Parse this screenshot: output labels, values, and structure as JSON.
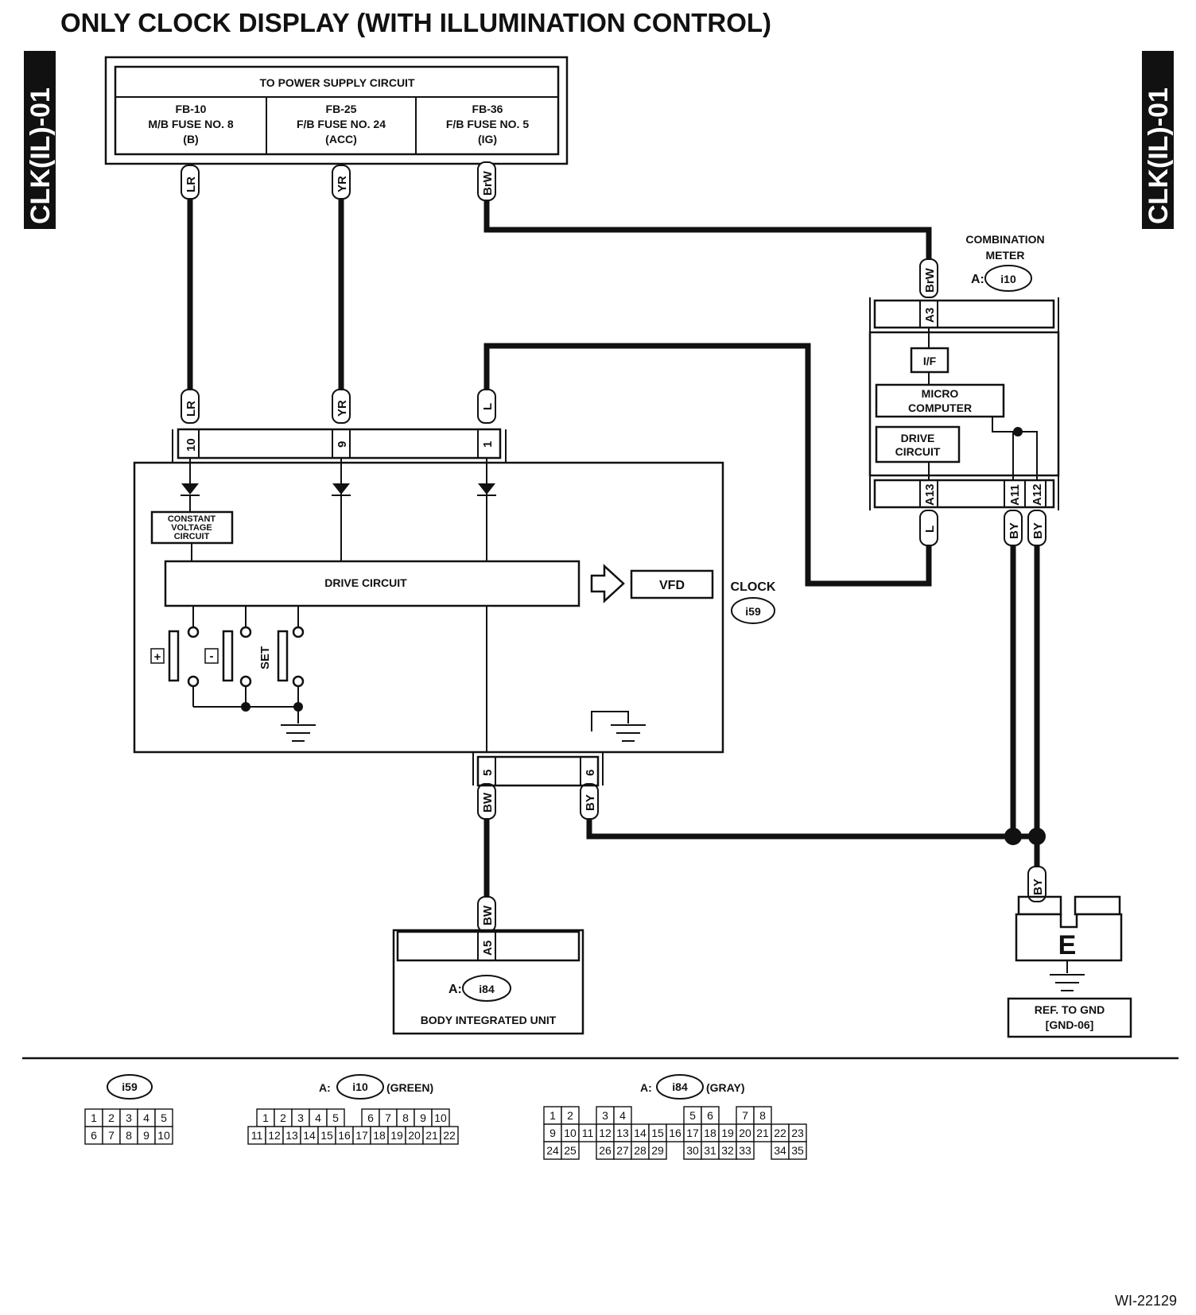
{
  "title": "ONLY CLOCK DISPLAY (WITH ILLUMINATION CONTROL)",
  "side_tag": "CLK(IL)-01",
  "figure_id": "WI-22129",
  "power_supply": {
    "header": "TO POWER SUPPLY CIRCUIT",
    "fuses": [
      {
        "line1": "FB-10",
        "line2": "M/B FUSE NO. 8",
        "line3": "(B)"
      },
      {
        "line1": "FB-25",
        "line2": "F/B FUSE NO. 24",
        "line3": "(ACC)"
      },
      {
        "line1": "FB-36",
        "line2": "F/B FUSE NO. 5",
        "line3": "(IG)"
      }
    ]
  },
  "wire_colors": {
    "lr": "LR",
    "yr": "YR",
    "brw": "BrW",
    "l": "L",
    "by": "BY",
    "bw": "BW"
  },
  "clock": {
    "name": "CLOCK",
    "connector": "i59",
    "pins": {
      "p10": "10",
      "p9": "9",
      "p1": "1",
      "p5": "5",
      "p6": "6"
    },
    "constant_voltage": [
      "CONSTANT",
      "VOLTAGE",
      "CIRCUIT"
    ],
    "drive_circuit": "DRIVE CIRCUIT",
    "vfd": "VFD",
    "switches": {
      "plus": "+",
      "minus": "-",
      "set": "SET"
    }
  },
  "combination_meter": {
    "name": [
      "COMBINATION",
      "METER"
    ],
    "connector_prefix": "A:",
    "connector": "i10",
    "pins": {
      "a3": "A3",
      "a13": "A13",
      "a11": "A11",
      "a12": "A12"
    },
    "interface": "I/F",
    "micro_computer": [
      "MICRO",
      "COMPUTER"
    ],
    "drive_circuit": [
      "DRIVE",
      "CIRCUIT"
    ]
  },
  "body_integrated_unit": {
    "name": "BODY INTEGRATED UNIT",
    "connector_prefix": "A:",
    "connector": "i84",
    "pin": "A5"
  },
  "ground": {
    "letter": "E",
    "ref": [
      "REF. TO GND",
      "[GND-06]"
    ]
  },
  "connector_views": [
    {
      "id": "i59",
      "prefix": "",
      "suffix": "",
      "rows": [
        [
          "1",
          "2",
          "3",
          "4",
          "5"
        ],
        [
          "6",
          "7",
          "8",
          "9",
          "10"
        ]
      ]
    },
    {
      "id": "i10",
      "prefix": "A:",
      "suffix": "(GREEN)",
      "rows": [
        [
          "1",
          "2",
          "3",
          "4",
          "5",
          "",
          "6",
          "7",
          "8",
          "9",
          "10"
        ],
        [
          "11",
          "12",
          "13",
          "14",
          "15",
          "16",
          "17",
          "18",
          "19",
          "20",
          "21",
          "22"
        ]
      ]
    },
    {
      "id": "i84",
      "prefix": "A:",
      "suffix": "(GRAY)",
      "rows": [
        [
          "1",
          "2",
          "",
          "3",
          "4",
          "",
          "",
          "",
          "5",
          "6",
          "",
          "7",
          "8"
        ],
        [
          "9",
          "10",
          "11",
          "12",
          "13",
          "14",
          "15",
          "16",
          "17",
          "18",
          "19",
          "20",
          "21",
          "22",
          "23"
        ],
        [
          "24",
          "25",
          "",
          "26",
          "27",
          "28",
          "29",
          "",
          "30",
          "31",
          "32",
          "33",
          "",
          "34",
          "35"
        ]
      ]
    }
  ]
}
